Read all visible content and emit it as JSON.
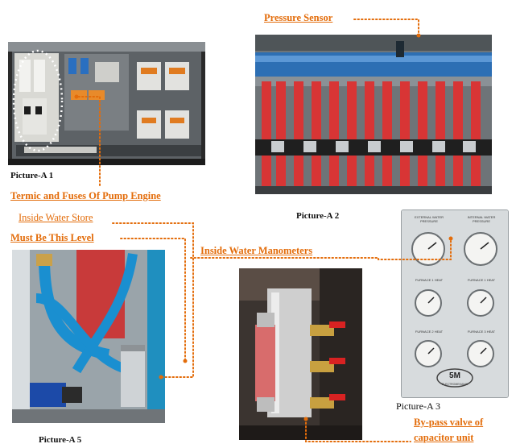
{
  "annotations": {
    "pressure_sensor": "Pressure Sensor",
    "termic_fuses": "Termic and Fuses Of Pump Engine",
    "inside_water_store": "Inside Water Store",
    "must_be_level": "Must Be This Level",
    "inside_water_manometers": "Inside Water Manometers",
    "bypass_line1": "By-pass valve of",
    "bypass_line2": "capacitor unit"
  },
  "captions": {
    "a1": "Picture-A 1",
    "a2": "Picture-A 2",
    "a3": "Picture-A 3",
    "a5": "Picture-A 5"
  },
  "panel": {
    "labels": {
      "ext_pressure": "EXTERNAL WATER PRESSURE",
      "int_pressure": "INTERNAL WATER PRESSURE",
      "f1_heat_l": "FURNACE 1 HEAT",
      "f1_heat_r": "FURNACE 1 HEAT",
      "f2_heat": "FURNACE 2 HEAT",
      "f3_heat": "FURNACE 3 HEAT"
    },
    "brand": "5M",
    "brand_sub": "ELECTROMEKANIK"
  },
  "colors": {
    "annotation": "#e36c0a",
    "pipe_red": "#d83535",
    "pipe_blue": "#2d6fb4"
  }
}
